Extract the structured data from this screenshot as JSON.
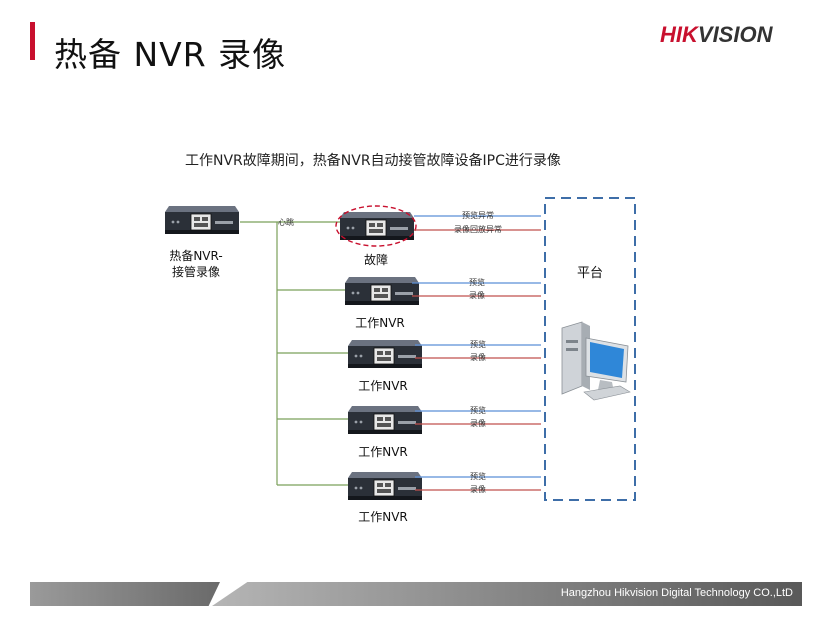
{
  "header": {
    "title": "热备 NVR 录像",
    "logo_prefix": "HIK",
    "logo_suffix": "VISION"
  },
  "diagram": {
    "caption": "工作NVR故障期间，热备NVR自动接管故障设备IPC进行录像",
    "hot_standby_label_line1": "热备NVR-",
    "hot_standby_label_line2": "接管录像",
    "heartbeat_label": "心跳",
    "faulty_label": "故障",
    "faulty_preview_label": "预览异常",
    "faulty_playback_label": "录像回放异常",
    "working_nvrs": [
      {
        "label": "工作NVR",
        "preview_label": "预览",
        "record_label": "录像"
      },
      {
        "label": "工作NVR",
        "preview_label": "预览",
        "record_label": "录像"
      },
      {
        "label": "工作NVR",
        "preview_label": "预览",
        "record_label": "录像"
      },
      {
        "label": "工作NVR",
        "preview_label": "预览",
        "record_label": "录像"
      }
    ],
    "platform_label": "平台"
  },
  "footer": {
    "company": "Hangzhou Hikvision Digital Technology CO.,LtD"
  },
  "colors": {
    "accent_red": "#c8102e",
    "line_green": "#7ba05b",
    "preview_blue": "#5b8fd6",
    "record_red": "#c0504d",
    "platform_dash": "#3e6ea8"
  }
}
